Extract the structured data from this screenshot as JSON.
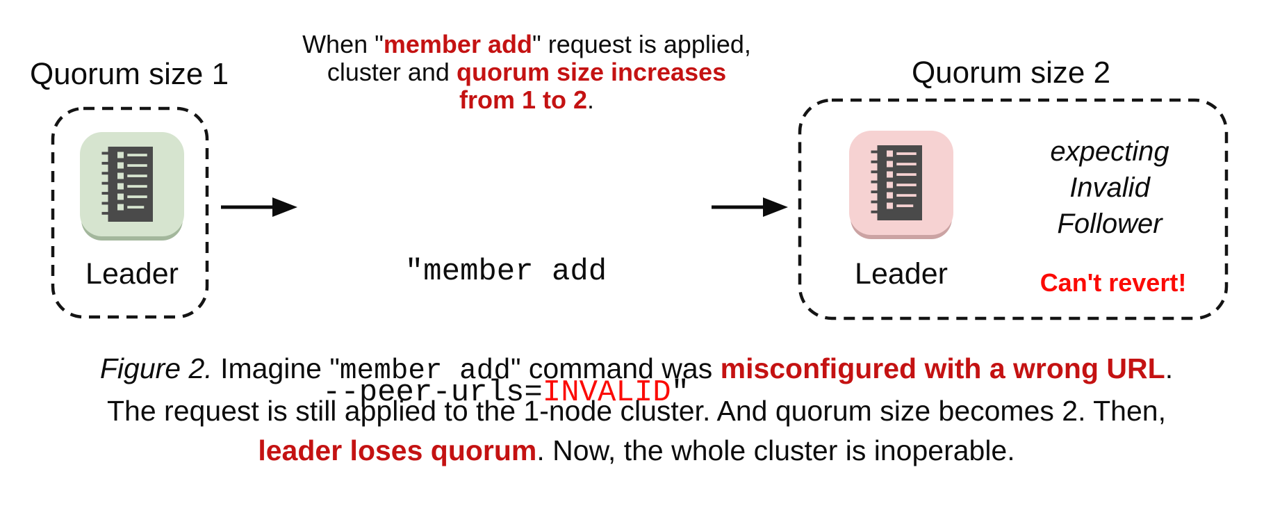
{
  "colors": {
    "dark_red_bold_text": "#c41212",
    "bright_red_text": "#fb0b06",
    "green_node": "#d6e4cf",
    "green_node_shadow": "#a3b79c",
    "pink_node": "#f6d2d2",
    "pink_node_shadow": "#cba3a3",
    "icon_glyph": "#4a4a4a",
    "text": "#0c0c0c"
  },
  "icons": {
    "server_list_icon": "dark ledger/member-list glyph on rounded plate",
    "arrow_right_icon": "black straight arrow with solid triangular head"
  },
  "figure": {
    "left_cluster": {
      "title": "Quorum size 1",
      "node_label": "Leader"
    },
    "right_cluster": {
      "title": "Quorum size 2",
      "node_label": "Leader",
      "expecting": [
        "expecting",
        "Invalid",
        "Follower"
      ],
      "warning": "Can't revert!"
    },
    "top_note_lines": [
      [
        {
          "t": "When \"",
          "s": "plain"
        },
        {
          "t": "member add",
          "s": "red"
        },
        {
          "t": "\" request is applied,",
          "s": "plain"
        }
      ],
      [
        {
          "t": "cluster and ",
          "s": "plain"
        },
        {
          "t": "quorum size increases",
          "s": "red"
        }
      ],
      [
        {
          "t": "from 1 to 2",
          "s": "red"
        },
        {
          "t": ".",
          "s": "plain"
        }
      ]
    ],
    "command_lines": [
      [
        {
          "t": "\"member add",
          "s": "mono"
        }
      ],
      [
        {
          "t": "--peer-urls=",
          "s": "mono"
        },
        {
          "t": "INVALID",
          "s": "mono-red"
        },
        {
          "t": "\"",
          "s": "mono"
        }
      ]
    ],
    "caption_lines": [
      [
        {
          "t": "Figure 2.",
          "s": "italic"
        },
        {
          "t": " Imagine \"",
          "s": "plain"
        },
        {
          "t": "member add",
          "s": "mono"
        },
        {
          "t": "\" command was ",
          "s": "plain"
        },
        {
          "t": "misconfigured with a wrong URL",
          "s": "red"
        },
        {
          "t": ".",
          "s": "plain"
        }
      ],
      [
        {
          "t": "The request is still applied to the 1-node cluster. And quorum size becomes 2. Then,",
          "s": "plain"
        }
      ],
      [
        {
          "t": "leader loses quorum",
          "s": "red"
        },
        {
          "t": ". Now, the whole cluster is inoperable.",
          "s": "plain"
        }
      ]
    ]
  }
}
